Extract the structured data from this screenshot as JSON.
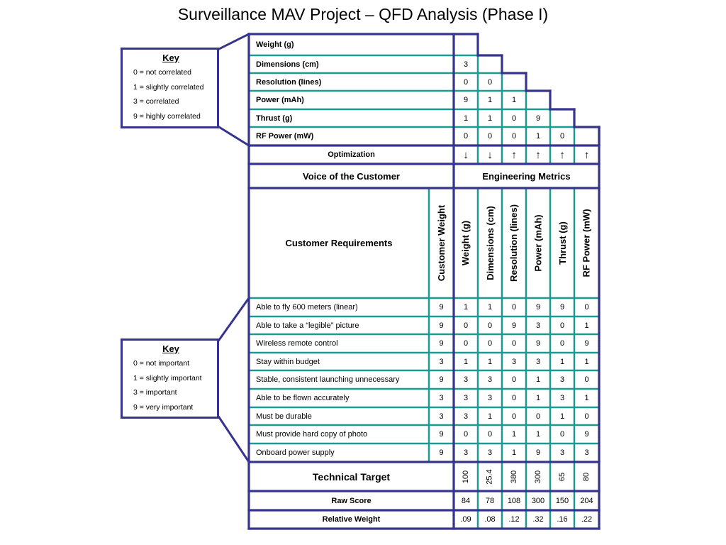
{
  "title": "Surveillance MAV Project – QFD Analysis (Phase I)",
  "correlation_key": {
    "title": "Key",
    "items": [
      "0 = not correlated",
      "1 = slightly correlated",
      "3 = correlated",
      "9 = highly correlated"
    ]
  },
  "importance_key": {
    "title": "Key",
    "items": [
      "0 = not important",
      "1 = slightly important",
      "3 = important",
      "9 = very important"
    ]
  },
  "roof": {
    "rows": [
      {
        "label": "Weight (g)",
        "values": []
      },
      {
        "label": "Dimensions (cm)",
        "values": [
          "3"
        ]
      },
      {
        "label": "Resolution (lines)",
        "values": [
          "0",
          "0"
        ]
      },
      {
        "label": "Power (mAh)",
        "values": [
          "9",
          "1",
          "1"
        ]
      },
      {
        "label": "Thrust (g)",
        "values": [
          "1",
          "1",
          "0",
          "9"
        ]
      },
      {
        "label": "RF Power (mW)",
        "values": [
          "0",
          "0",
          "0",
          "1",
          "0"
        ]
      }
    ]
  },
  "optimization": {
    "label": "Optimization",
    "arrows": [
      "down",
      "down",
      "up",
      "up",
      "up",
      "up"
    ]
  },
  "headers": {
    "voice": "Voice of the Customer",
    "engineering": "Engineering Metrics",
    "requirements": "Customer Requirements",
    "customer_weight": "Customer Weight",
    "metrics": [
      "Weight (g)",
      "Dimensions (cm)",
      "Resolution (lines)",
      "Power (mAh)",
      "Thrust (g)",
      "RF Power (mW)"
    ]
  },
  "requirements": [
    {
      "label": "Able to fly 600 meters (linear)",
      "weight": "9",
      "values": [
        "1",
        "1",
        "0",
        "9",
        "9",
        "0"
      ]
    },
    {
      "label": "Able to take a “legible” picture",
      "weight": "9",
      "values": [
        "0",
        "0",
        "9",
        "3",
        "0",
        "1"
      ]
    },
    {
      "label": "Wireless remote control",
      "weight": "9",
      "values": [
        "0",
        "0",
        "0",
        "9",
        "0",
        "9"
      ]
    },
    {
      "label": "Stay within budget",
      "weight": "3",
      "values": [
        "1",
        "1",
        "3",
        "3",
        "1",
        "1"
      ]
    },
    {
      "label": "Stable, consistent launching unnecessary",
      "weight": "9",
      "values": [
        "3",
        "3",
        "0",
        "1",
        "3",
        "0"
      ]
    },
    {
      "label": "Able to be flown accurately",
      "weight": "3",
      "values": [
        "3",
        "3",
        "0",
        "1",
        "3",
        "1"
      ]
    },
    {
      "label": "Must be durable",
      "weight": "3",
      "values": [
        "3",
        "1",
        "0",
        "0",
        "1",
        "0"
      ]
    },
    {
      "label": "Must provide hard copy of photo",
      "weight": "9",
      "values": [
        "0",
        "0",
        "1",
        "1",
        "0",
        "9"
      ]
    },
    {
      "label": "Onboard power supply",
      "weight": "9",
      "values": [
        "3",
        "3",
        "1",
        "9",
        "3",
        "3"
      ]
    }
  ],
  "technical_target": {
    "label": "Technical Target",
    "values": [
      "100",
      "25.4",
      "380",
      "300",
      "65",
      "80"
    ]
  },
  "raw_score": {
    "label": "Raw Score",
    "values": [
      "84",
      "78",
      "108",
      "300",
      "150",
      "204"
    ]
  },
  "relative_weight": {
    "label": "Relative Weight",
    "values": [
      ".09",
      ".08",
      ".12",
      ".32",
      ".16",
      ".22"
    ]
  },
  "colors": {
    "navy": "#36348e",
    "teal": "#1b9a93"
  }
}
